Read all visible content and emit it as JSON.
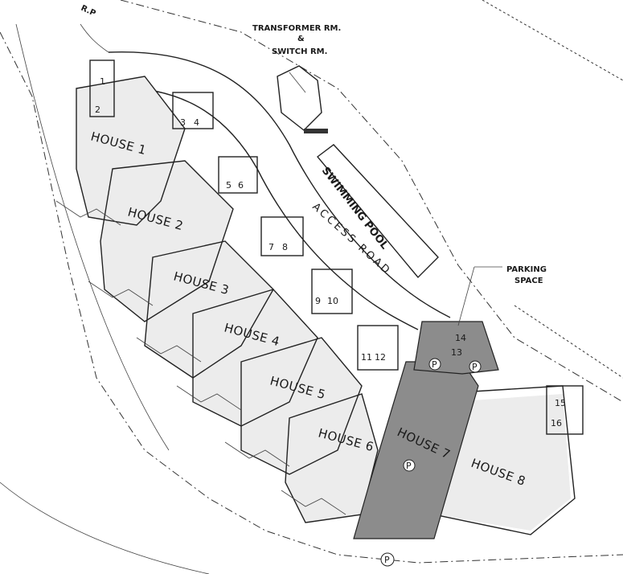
{
  "labels": {
    "transformer": "TRANSFORMER RM.",
    "amp": "&",
    "switch": "SWITCH RM.",
    "swimming_pool": "SWIMMING POOL",
    "access_road": "ACCESS ROAD",
    "parking_space_1": "PARKING",
    "parking_space_2": "SPACE",
    "corner_mark": "R.P"
  },
  "houses": [
    {
      "label": "HOUSE 1"
    },
    {
      "label": "HOUSE 2"
    },
    {
      "label": "HOUSE 3"
    },
    {
      "label": "HOUSE 4"
    },
    {
      "label": "HOUSE 5"
    },
    {
      "label": "HOUSE 6"
    },
    {
      "label": "HOUSE 7",
      "highlighted": true
    },
    {
      "label": "HOUSE 8"
    }
  ],
  "parking_bays": [
    "1",
    "2",
    "3",
    "4",
    "5",
    "6",
    "7",
    "8",
    "9",
    "10",
    "11",
    "12",
    "13",
    "14",
    "15",
    "16"
  ],
  "parking_symbol": "P",
  "colors": {
    "line": "#222222",
    "paper": "#ffffff",
    "shade": "#8c8c8c",
    "light": "#ececec"
  }
}
